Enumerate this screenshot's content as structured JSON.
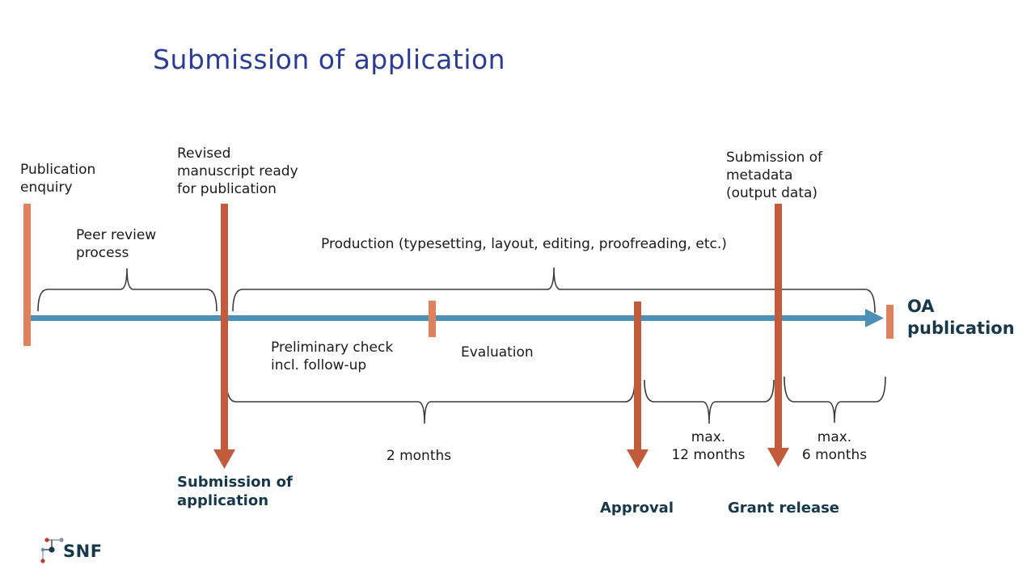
{
  "title": "Submission of application",
  "labels_top": {
    "publication_enquiry": "Publication\nenquiry",
    "revised_manuscript": "Revised\nmanuscript ready\nfor publication",
    "peer_review": "Peer review\nprocess",
    "production": "Production (typesetting, layout, editing, proofreading, etc.)",
    "submission_metadata": "Submission of\nmetadata\n(output data)"
  },
  "labels_mid": {
    "preliminary_check": "Preliminary check\nincl. follow-up",
    "evaluation": "Evaluation",
    "oa_publication": "OA\npublication"
  },
  "durations": {
    "months_2": "2 months",
    "months_12": "max.\n12 months",
    "months_6": "max.\n6 months"
  },
  "labels_bottom": {
    "submission_application": "Submission of\napplication",
    "approval": "Approval",
    "grant_release": "Grant release"
  },
  "footer": {
    "logo_text": "SNF"
  },
  "colors": {
    "title_blue": "#2B3C94",
    "navy_text": "#16384A",
    "timeline_blue": "#4E8FB5",
    "marker_light_orange": "#E0815E",
    "marker_dark_orange": "#C25B3B",
    "brace_gray": "#3a3a3a"
  }
}
